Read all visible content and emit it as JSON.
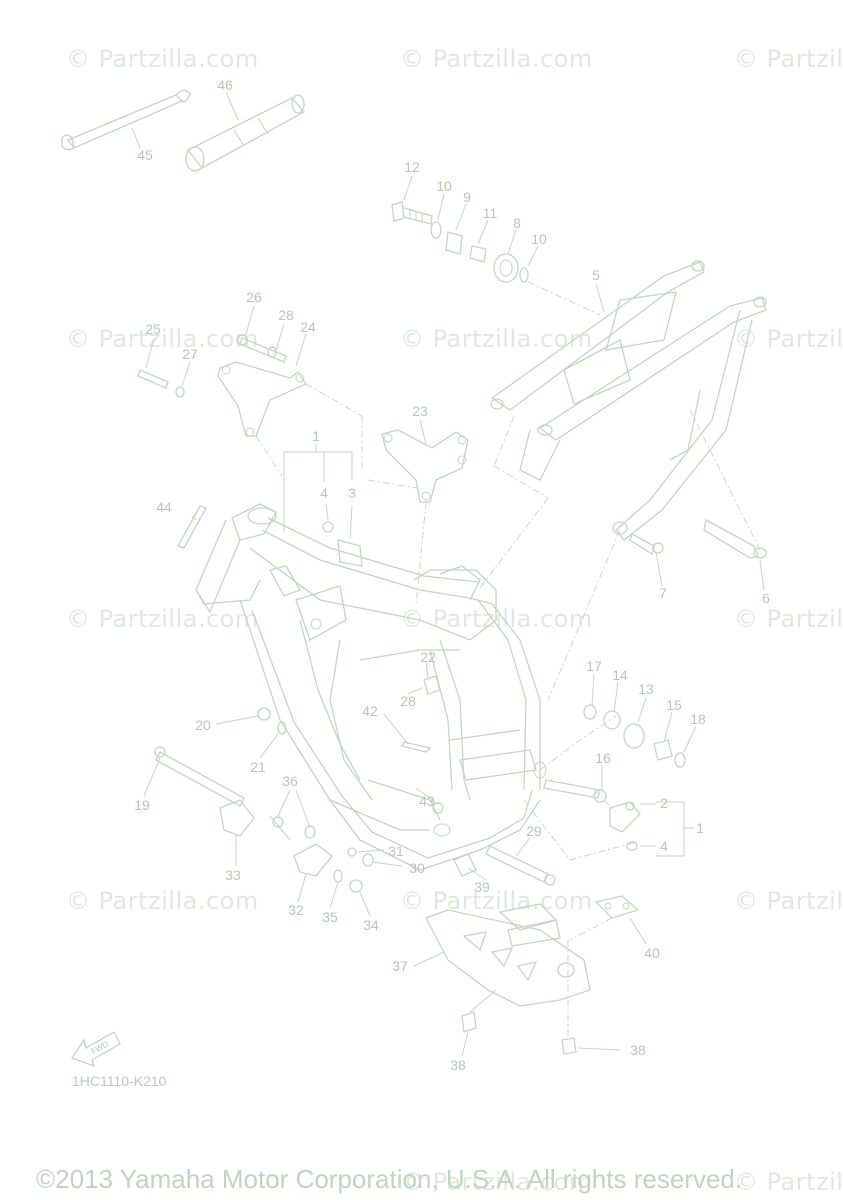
{
  "watermark": "© Partzilla.com",
  "diagram_code": "1HC1110-K210",
  "copyright": "©2013 Yamaha Motor Corporation, U.S.A. All rights reserved.",
  "fwd_label": "FWD",
  "callouts": {
    "c1a": "1",
    "c1b": "1",
    "c2": "2",
    "c3": "3",
    "c4a": "4",
    "c4b": "4",
    "c5": "5",
    "c6": "6",
    "c7": "7",
    "c8": "8",
    "c9": "9",
    "c10a": "10",
    "c10b": "10",
    "c11": "11",
    "c12": "12",
    "c13": "13",
    "c14": "14",
    "c15": "15",
    "c16": "16",
    "c17": "17",
    "c18": "18",
    "c19": "19",
    "c20": "20",
    "c21": "21",
    "c22": "22",
    "c23": "23",
    "c24": "24",
    "c25": "25",
    "c26": "26",
    "c27": "27",
    "c28a": "28",
    "c28b": "28",
    "c29": "29",
    "c30": "30",
    "c31": "31",
    "c32": "32",
    "c33": "33",
    "c34": "34",
    "c35": "35",
    "c36": "36",
    "c37": "37",
    "c38a": "38",
    "c38b": "38",
    "c39": "39",
    "c40": "40",
    "c42": "42",
    "c43": "43",
    "c44": "44",
    "c45": "45",
    "c46": "46"
  }
}
